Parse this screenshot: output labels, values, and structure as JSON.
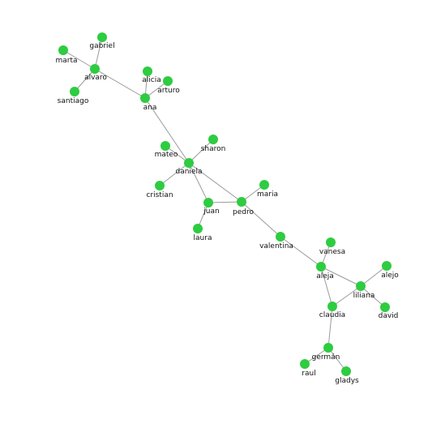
{
  "colors": {
    "node": "#2ecc40",
    "edge": "#9a9a9a",
    "label": "#111111",
    "background": "#ffffff"
  },
  "nodes": [
    {
      "id": "gabriel",
      "label": "gabriel"
    },
    {
      "id": "marta",
      "label": "marta"
    },
    {
      "id": "alvaro",
      "label": "alvaro"
    },
    {
      "id": "santiago",
      "label": "santiago"
    },
    {
      "id": "alicia",
      "label": "alicia"
    },
    {
      "id": "arturo",
      "label": "arturo"
    },
    {
      "id": "ana",
      "label": "ana"
    },
    {
      "id": "mateo",
      "label": "mateo"
    },
    {
      "id": "sharon",
      "label": "sharon"
    },
    {
      "id": "daniela",
      "label": "daniela"
    },
    {
      "id": "cristian",
      "label": "cristian"
    },
    {
      "id": "maria",
      "label": "maria"
    },
    {
      "id": "juan",
      "label": "juan"
    },
    {
      "id": "pedro",
      "label": "pedro"
    },
    {
      "id": "laura",
      "label": "laura"
    },
    {
      "id": "valentina",
      "label": "valentina"
    },
    {
      "id": "vanesa",
      "label": "vanesa"
    },
    {
      "id": "aleja",
      "label": "aleja"
    },
    {
      "id": "alejo",
      "label": "alejo"
    },
    {
      "id": "liliana",
      "label": "liliana"
    },
    {
      "id": "claudia",
      "label": "claudia"
    },
    {
      "id": "david",
      "label": "david"
    },
    {
      "id": "german",
      "label": "germán"
    },
    {
      "id": "raul",
      "label": "raul"
    },
    {
      "id": "gladys",
      "label": "gladys"
    }
  ],
  "edges": [
    [
      "gabriel",
      "alvaro"
    ],
    [
      "marta",
      "alvaro"
    ],
    [
      "santiago",
      "alvaro"
    ],
    [
      "alvaro",
      "ana"
    ],
    [
      "alicia",
      "ana"
    ],
    [
      "arturo",
      "ana"
    ],
    [
      "ana",
      "daniela"
    ],
    [
      "mateo",
      "daniela"
    ],
    [
      "sharon",
      "daniela"
    ],
    [
      "cristian",
      "daniela"
    ],
    [
      "daniela",
      "juan"
    ],
    [
      "daniela",
      "pedro"
    ],
    [
      "juan",
      "pedro"
    ],
    [
      "juan",
      "laura"
    ],
    [
      "maria",
      "pedro"
    ],
    [
      "pedro",
      "valentina"
    ],
    [
      "valentina",
      "aleja"
    ],
    [
      "vanesa",
      "aleja"
    ],
    [
      "aleja",
      "liliana"
    ],
    [
      "aleja",
      "claudia"
    ],
    [
      "alejo",
      "liliana"
    ],
    [
      "liliana",
      "claudia"
    ],
    [
      "liliana",
      "david"
    ],
    [
      "claudia",
      "german"
    ],
    [
      "german",
      "raul"
    ],
    [
      "german",
      "gladys"
    ]
  ]
}
